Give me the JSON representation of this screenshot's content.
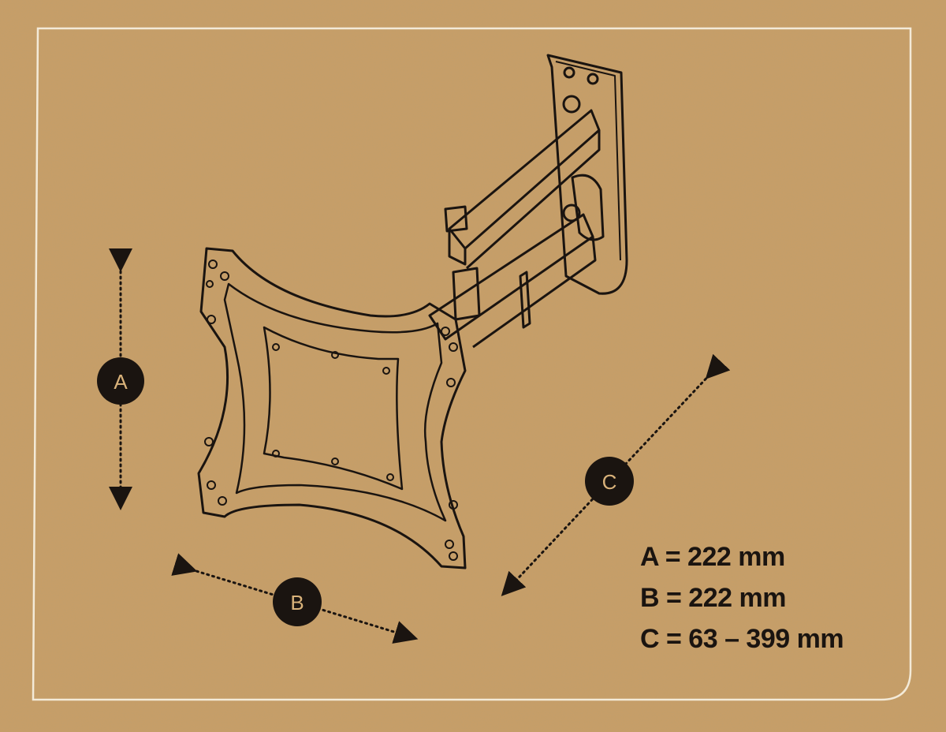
{
  "colors": {
    "cardboard": "#c99f66",
    "ink": "#1a1410",
    "frame": "#f3ead8"
  },
  "labels": {
    "a": "A",
    "b": "B",
    "c": "C"
  },
  "dimensions": [
    {
      "label": "A = 222 mm"
    },
    {
      "label": "B = 222 mm"
    },
    {
      "label": "C = 63 – 399 mm"
    }
  ]
}
